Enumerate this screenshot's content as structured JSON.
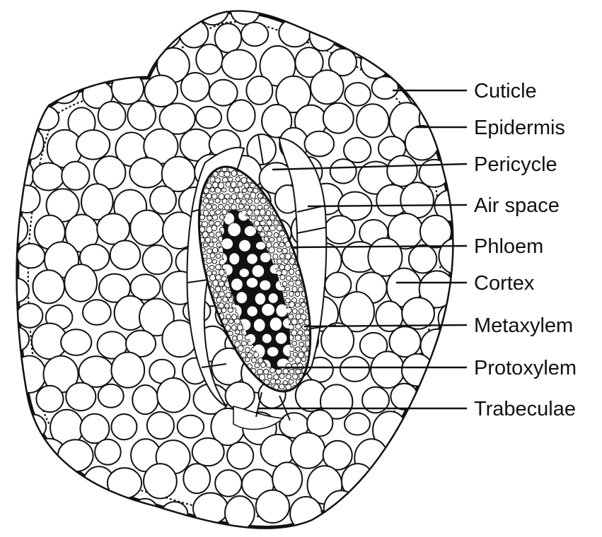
{
  "diagram": {
    "labels": [
      {
        "id": "cuticle",
        "text": "Cuticle"
      },
      {
        "id": "epidermis",
        "text": "Epidermis"
      },
      {
        "id": "pericycle",
        "text": "Pericycle"
      },
      {
        "id": "air-space",
        "text": "Air space"
      },
      {
        "id": "phloem",
        "text": "Phloem"
      },
      {
        "id": "cortex",
        "text": "Cortex"
      },
      {
        "id": "metaxylem",
        "text": "Metaxylem"
      },
      {
        "id": "protoxylem",
        "text": "Protoxylem"
      },
      {
        "id": "trabeculae",
        "text": "Trabeculae"
      }
    ]
  },
  "colors": {
    "ink": "#111111",
    "paper": "#ffffff"
  }
}
